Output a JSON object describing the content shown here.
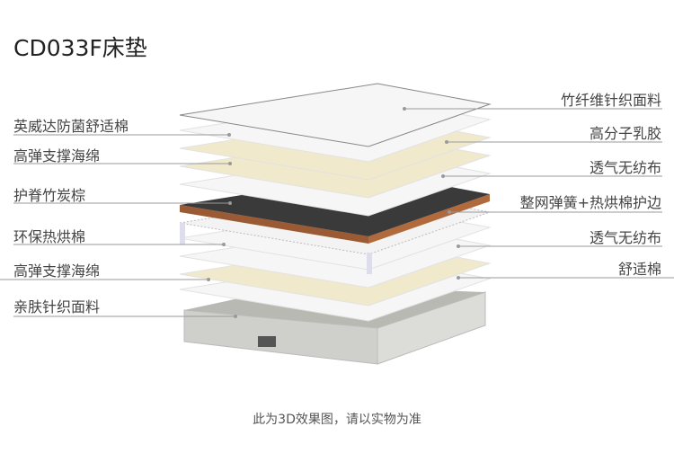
{
  "title": "CD033F床垫",
  "left_labels": [
    "英威达防菌舒适棉",
    "高弹支撑海绵",
    "护脊竹炭棕",
    "环保热烘棉",
    "高弹支撑海绵",
    "亲肤针织面料"
  ],
  "right_labels": [
    "竹纤维针织面料",
    "高分子乳胶",
    "透气无纺布",
    "整网弹簧+热烘棉护边",
    "透气无纺布",
    "舒适棉"
  ],
  "caption": "此为3D效果图，请以实物为准",
  "colors": {
    "cream": "#f1e9cc",
    "white": "#f6f6f6",
    "charcoal": "#3a3a3a",
    "coir": "#9a5a34",
    "base": "#cfcfcb",
    "line": "#9a9a9a"
  }
}
